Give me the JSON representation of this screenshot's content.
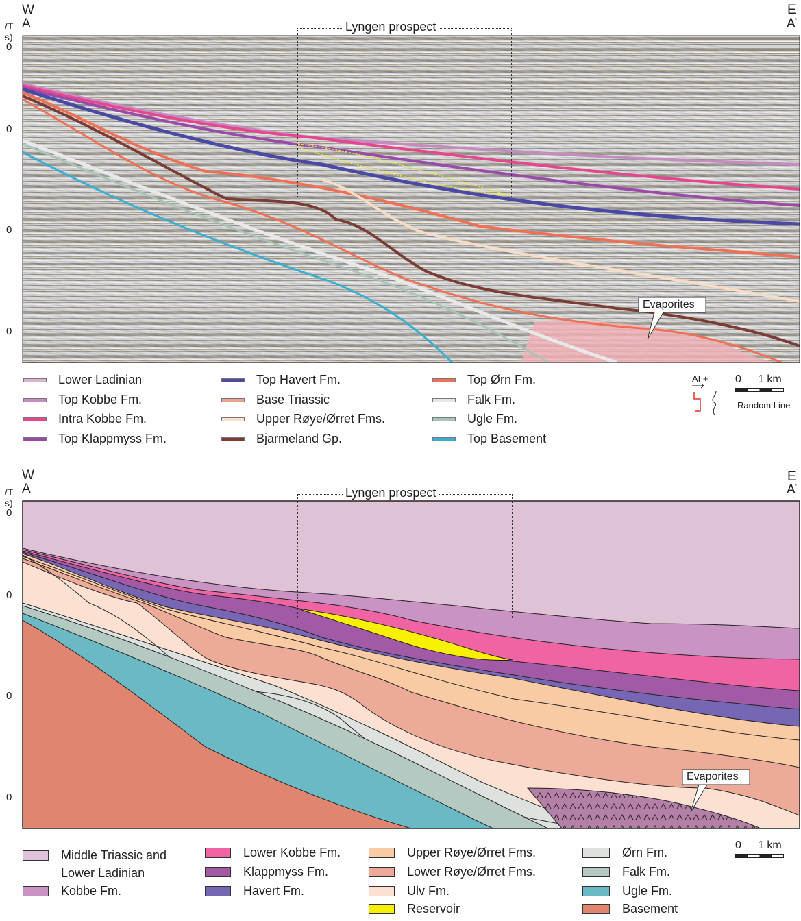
{
  "top_panel": {
    "west_label": "W",
    "west_point": "A",
    "east_label": "E",
    "east_point": "A’",
    "axis_title_line1": "/T",
    "axis_title_line2": "s)",
    "tick_labels": [
      "0",
      "0",
      "0",
      "0"
    ],
    "prospect_label": "Lyngen prospect",
    "callout": "Evaporites",
    "polarity_label": "AI +",
    "scale_zero": "0",
    "scale_km": "1 km",
    "scale_caption": "Random Line",
    "legend": [
      {
        "label": "Lower Ladinian",
        "color": "#d9b3cf"
      },
      {
        "label": "Top Kobbe Fm.",
        "color": "#c48cc0"
      },
      {
        "label": "Intra Kobbe Fm.",
        "color": "#e8458f"
      },
      {
        "label": "Top Klappmyss Fm.",
        "color": "#9a4aa8"
      },
      {
        "label": "Top Havert Fm.",
        "color": "#4a4aa5"
      },
      {
        "label": "Base Triassic",
        "color": "#eea08e"
      },
      {
        "label": "Upper Røye/Ørret Fms.",
        "color": "#fae0c8"
      },
      {
        "label": "Bjarmeland Gp.",
        "color": "#7a3c35"
      },
      {
        "label": "Top Ørn Fm.",
        "color": "#f07055"
      },
      {
        "label": "Falk Fm.",
        "color": "#e8e8e8"
      },
      {
        "label": "Ugle Fm.",
        "color": "#a9c5b8"
      },
      {
        "label": "Top Basement",
        "color": "#3aaed0"
      }
    ]
  },
  "bottom_panel": {
    "west_label": "W",
    "west_point": "A",
    "east_label": "E",
    "east_point": "A’",
    "axis_title_line1": "/T",
    "axis_title_line2": "s)",
    "tick_labels": [
      "0",
      "0",
      "0",
      "0"
    ],
    "prospect_label": "Lyngen prospect",
    "callout": "Evaporites",
    "scale_zero": "0",
    "scale_km": "1 km",
    "legend": [
      {
        "label": "Middle Triassic and",
        "label2": "Lower Ladinian",
        "color": "#dfc2d5"
      },
      {
        "label": "Kobbe Fm.",
        "color": "#c994c4"
      },
      {
        "label": "Lower Kobbe Fm.",
        "color": "#f064a3"
      },
      {
        "label": "Klappmyss Fm.",
        "color": "#a25aa6"
      },
      {
        "label": "Havert Fm.",
        "color": "#7766b3"
      },
      {
        "label": "Upper Røye/Ørret Fms.",
        "color": "#f9cba4"
      },
      {
        "label": "Lower Røye/Ørret Fms.",
        "color": "#eeaa98"
      },
      {
        "label": "Ulv Fm.",
        "color": "#fce1d2"
      },
      {
        "label": "Reservoir",
        "color": "#f7f000"
      },
      {
        "label": "Ørn Fm.",
        "color": "#dde2df"
      },
      {
        "label": "Falk Fm.",
        "color": "#b4c9c1"
      },
      {
        "label": "Ugle Fm.",
        "color": "#6bb9c5"
      },
      {
        "label": "Basement",
        "color": "#e08570"
      }
    ]
  }
}
